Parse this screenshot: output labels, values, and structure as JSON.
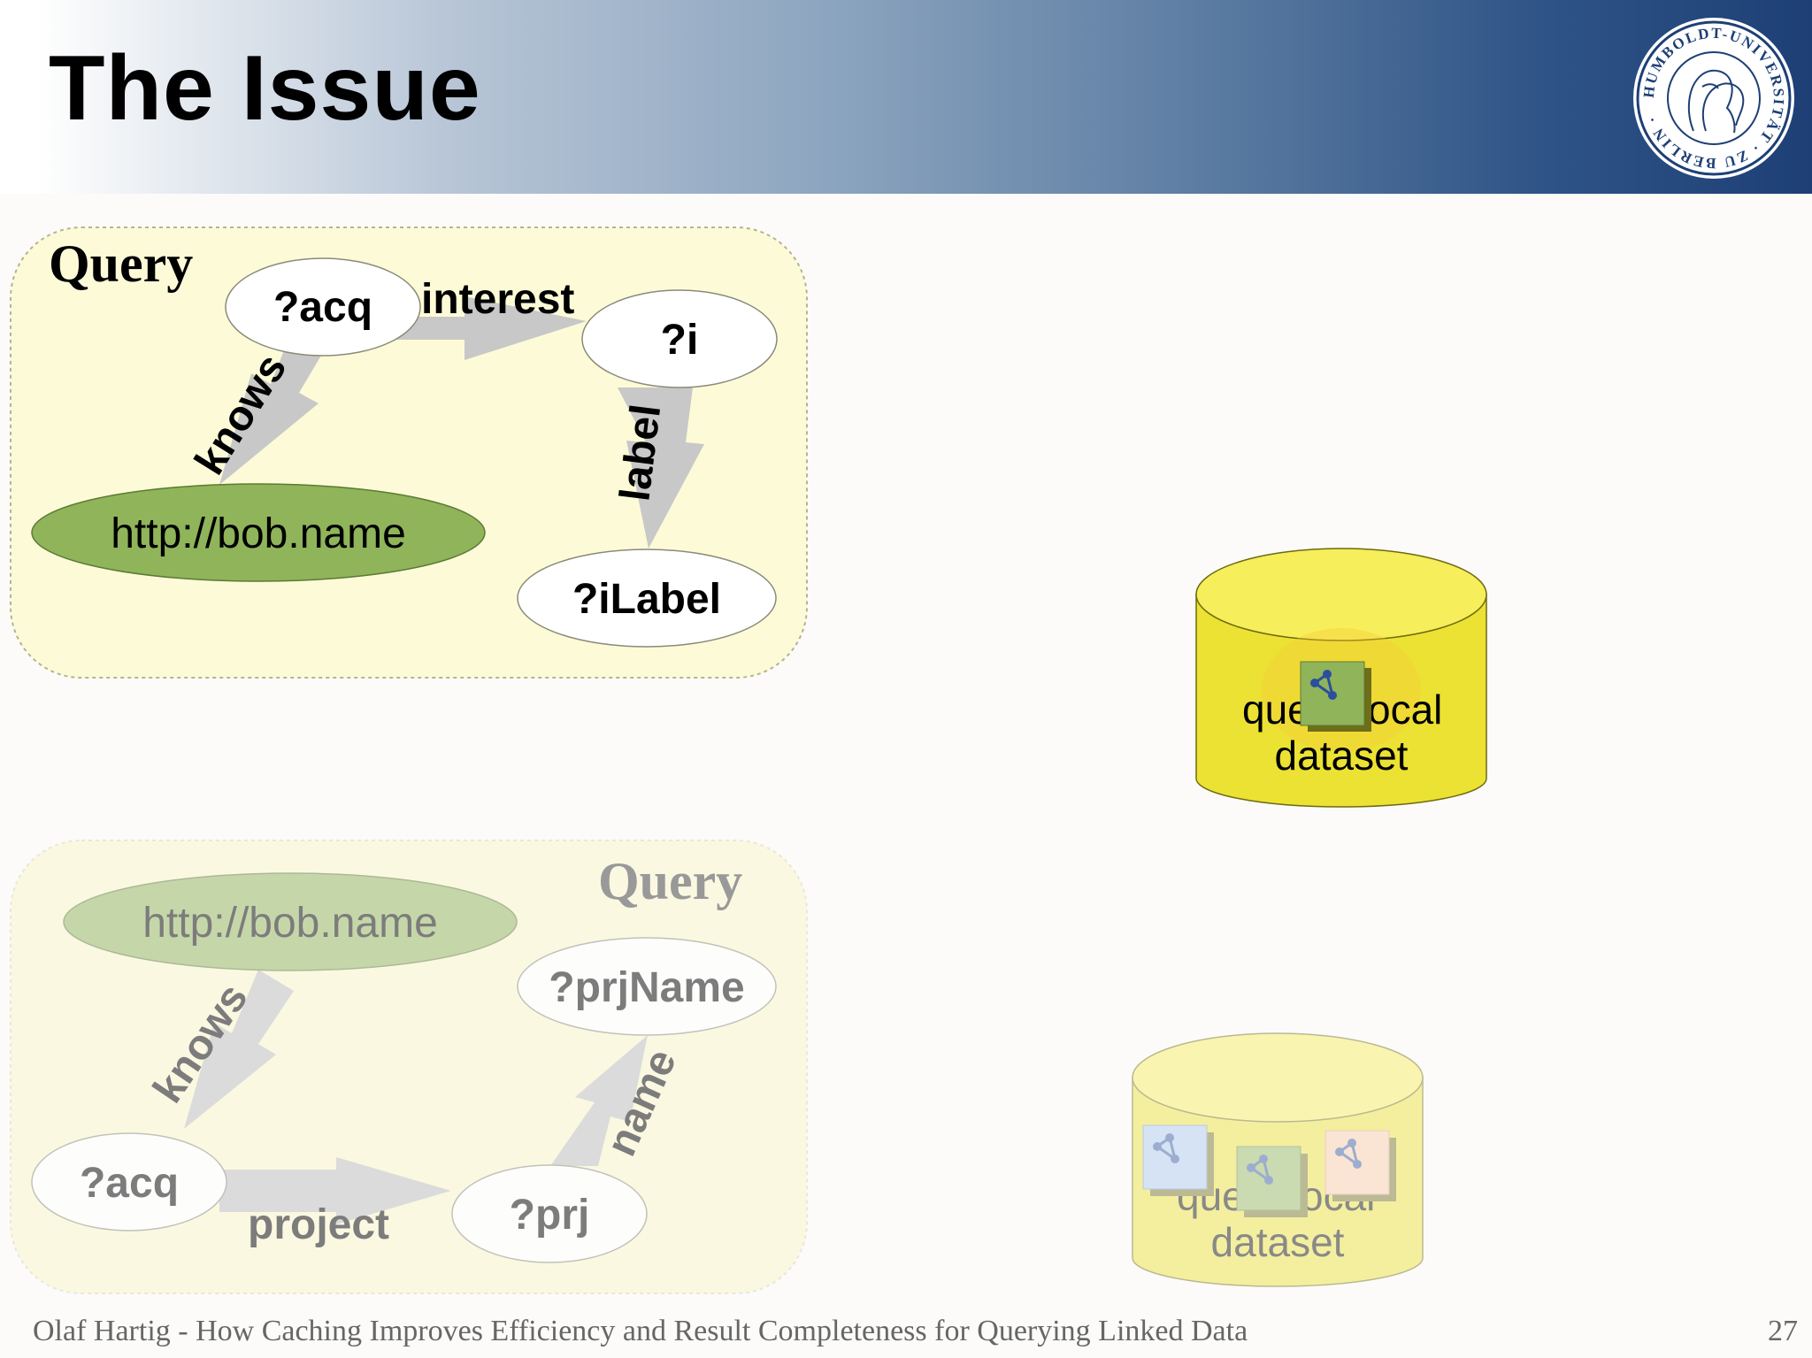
{
  "slide": {
    "title": "The Issue",
    "footer": "Olaf Hartig - How Caching Improves Efficiency and Result Completeness for Querying Linked Data",
    "page_number": "27"
  },
  "logo": {
    "text": "HUMBOLDT-UNIVERSITÄT · ZU BERLIN ·"
  },
  "query1": {
    "label": "Query",
    "nodes": {
      "acq": "?acq",
      "i": "?i",
      "bob": "http://bob.name",
      "ilabel": "?iLabel"
    },
    "edges": {
      "interest": "interest",
      "knows": "knows",
      "label": "label"
    }
  },
  "query2": {
    "label": "Query",
    "nodes": {
      "bob": "http://bob.name",
      "prjname": "?prjName",
      "acq": "?acq",
      "prj": "?prj"
    },
    "edges": {
      "knows": "knows",
      "name": "name",
      "project": "project"
    }
  },
  "dataset1": {
    "line1_left": "que",
    "line1_right": "ocal",
    "line2": "dataset"
  },
  "dataset2": {
    "line1_left": "que",
    "line1_right": "ocal",
    "line2": "dataset"
  },
  "colors": {
    "panel_fill": "#fdfbd7",
    "uri_node": "#8fb45a",
    "arrow": "#c8c8c8",
    "cylinder": "#ece233",
    "header_dark": "#1d3f76"
  }
}
